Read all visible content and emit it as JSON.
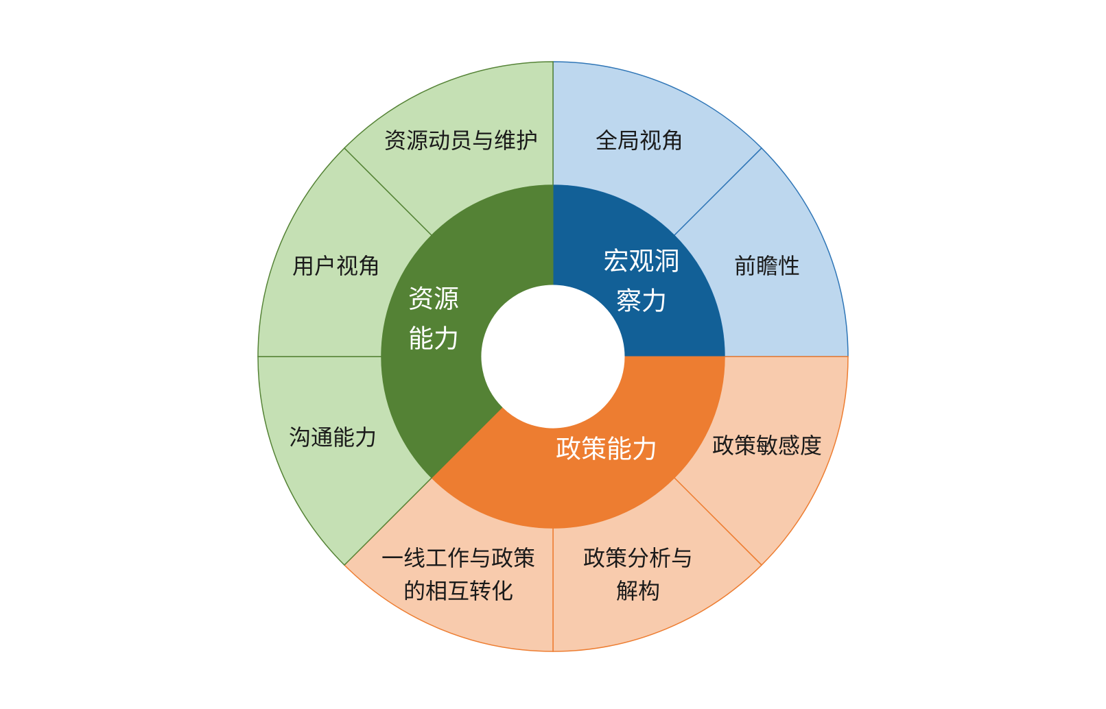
{
  "inner_ring": [
    {
      "name": "macro",
      "lines": [
        "宏观洞",
        "察力"
      ],
      "color": "#126097"
    },
    {
      "name": "policy",
      "lines": [
        "政策能力"
      ],
      "color": "#ed7d31"
    },
    {
      "name": "resource",
      "lines": [
        "资源",
        "能力"
      ],
      "color": "#548235"
    }
  ],
  "outer_ring": [
    {
      "group": "macro",
      "lines": [
        "全局视角"
      ],
      "fill": "#bdd7ee",
      "stroke": "#2e75b6"
    },
    {
      "group": "macro",
      "lines": [
        "前瞻性"
      ],
      "fill": "#bdd7ee",
      "stroke": "#2e75b6"
    },
    {
      "group": "policy",
      "lines": [
        "政策敏感度"
      ],
      "fill": "#f8cbad",
      "stroke": "#ed7d31"
    },
    {
      "group": "policy",
      "lines": [
        "政策分析与",
        "解构"
      ],
      "fill": "#f8cbad",
      "stroke": "#ed7d31"
    },
    {
      "group": "policy",
      "lines": [
        "一线工作与政策",
        "的相互转化"
      ],
      "fill": "#f8cbad",
      "stroke": "#ed7d31"
    },
    {
      "group": "resource",
      "lines": [
        "沟通能力"
      ],
      "fill": "#c5e0b4",
      "stroke": "#548235"
    },
    {
      "group": "resource",
      "lines": [
        "用户视角"
      ],
      "fill": "#c5e0b4",
      "stroke": "#548235"
    },
    {
      "group": "resource",
      "lines": [
        "资源动员与维护"
      ],
      "fill": "#c5e0b4",
      "stroke": "#548235"
    }
  ]
}
